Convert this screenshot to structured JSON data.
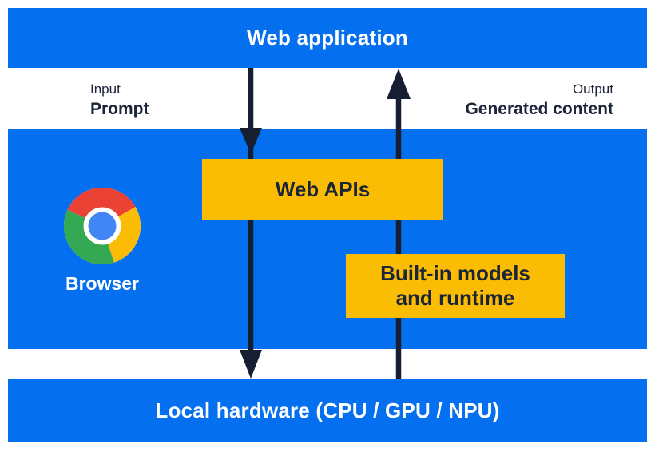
{
  "top_bar": {
    "label": "Web application"
  },
  "flow": {
    "input_caption": "Input",
    "input_label": "Prompt",
    "output_caption": "Output",
    "output_label": "Generated content"
  },
  "browser": {
    "label": "Browser"
  },
  "boxes": {
    "web_apis": "Web APIs",
    "builtin_line1": "Built-in models",
    "builtin_line2": "and runtime"
  },
  "bottom_bar": {
    "label": "Local hardware (CPU / GPU / NPU)"
  },
  "colors": {
    "primary_blue": "#0570ef",
    "accent_yellow": "#fbbc04",
    "ink_navy": "#1b2438",
    "white": "#ffffff",
    "chrome_red": "#ea4335",
    "chrome_yellow": "#fbbc05",
    "chrome_green": "#34a853",
    "chrome_blue": "#4285f4"
  },
  "icons": {
    "chrome_logo": "chrome-logo-icon",
    "down_arrow": "input-flow-down-arrow-icon",
    "up_arrow": "output-flow-up-arrow-icon"
  }
}
